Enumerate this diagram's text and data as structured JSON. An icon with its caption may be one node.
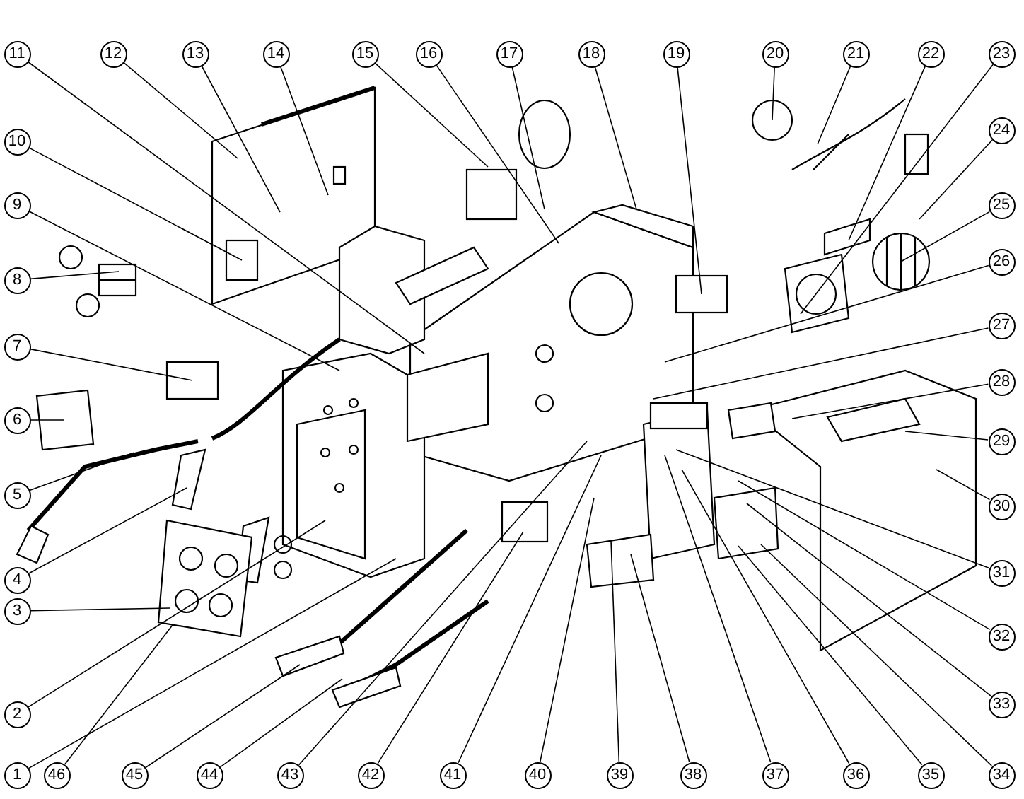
{
  "diagram": {
    "nodes": [
      {
        "text": [
          "1"
        ]
      },
      {
        "text": [
          "2"
        ]
      },
      {
        "text": [
          "3"
        ]
      },
      {
        "text": [
          "4"
        ]
      },
      {
        "text": [
          "5"
        ]
      },
      {
        "text": [
          "6"
        ]
      },
      {
        "text": [
          "7"
        ]
      },
      {
        "text": [
          "8"
        ]
      },
      {
        "text": [
          "9"
        ]
      },
      {
        "text": [
          "10"
        ]
      },
      {
        "text": [
          "11"
        ]
      },
      {
        "text": [
          "12"
        ]
      },
      {
        "text": [
          "13"
        ]
      },
      {
        "text": [
          "14"
        ]
      },
      {
        "text": [
          "15"
        ]
      },
      {
        "text": [
          "16"
        ]
      },
      {
        "text": [
          "17"
        ]
      },
      {
        "text": [
          "18"
        ]
      },
      {
        "text": [
          "19"
        ]
      },
      {
        "text": [
          "20"
        ]
      },
      {
        "text": [
          "21"
        ]
      },
      {
        "text": [
          "22"
        ]
      },
      {
        "text": [
          "23"
        ]
      },
      {
        "text": [
          "24"
        ]
      },
      {
        "text": [
          "25"
        ]
      },
      {
        "text": [
          "26"
        ]
      },
      {
        "text": [
          "27"
        ]
      },
      {
        "text": [
          "28"
        ]
      },
      {
        "text": [
          "29"
        ]
      },
      {
        "text": [
          "30"
        ]
      },
      {
        "text": [
          "31"
        ]
      },
      {
        "text": [
          "32"
        ]
      },
      {
        "text": [
          "33"
        ]
      },
      {
        "text": [
          "34"
        ]
      },
      {
        "text": [
          "35"
        ]
      },
      {
        "text": [
          "36"
        ]
      },
      {
        "text": [
          "37"
        ]
      },
      {
        "text": [
          "38"
        ]
      },
      {
        "text": [
          "39"
        ]
      },
      {
        "text": [
          "40"
        ]
      },
      {
        "text": [
          "41"
        ]
      },
      {
        "text": [
          "42"
        ]
      },
      {
        "text": [
          "43"
        ]
      },
      {
        "text": [
          "44"
        ]
      },
      {
        "text": [
          "45"
        ]
      },
      {
        "text": [
          "46"
        ]
      }
    ],
    "edges": [
      {
        "from": 0,
        "to": null,
        "arrow": "none"
      },
      {
        "from": 1,
        "to": null,
        "arrow": "none"
      },
      {
        "from": 2,
        "to": null,
        "arrow": "none"
      },
      {
        "from": 3,
        "to": null,
        "arrow": "none"
      },
      {
        "from": 4,
        "to": null,
        "arrow": "none"
      },
      {
        "from": 5,
        "to": null,
        "arrow": "none"
      },
      {
        "from": 6,
        "to": null,
        "arrow": "none"
      },
      {
        "from": 7,
        "to": null,
        "arrow": "none"
      },
      {
        "from": 8,
        "to": null,
        "arrow": "none"
      },
      {
        "from": 9,
        "to": null,
        "arrow": "none"
      },
      {
        "from": 10,
        "to": null,
        "arrow": "none"
      },
      {
        "from": 11,
        "to": null,
        "arrow": "none"
      },
      {
        "from": 12,
        "to": null,
        "arrow": "none"
      },
      {
        "from": 13,
        "to": null,
        "arrow": "none"
      },
      {
        "from": 14,
        "to": null,
        "arrow": "none"
      },
      {
        "from": 15,
        "to": null,
        "arrow": "none"
      },
      {
        "from": 16,
        "to": null,
        "arrow": "none"
      },
      {
        "from": 17,
        "to": null,
        "arrow": "none"
      },
      {
        "from": 18,
        "to": null,
        "arrow": "none"
      },
      {
        "from": 19,
        "to": null,
        "arrow": "none"
      },
      {
        "from": 20,
        "to": null,
        "arrow": "none"
      },
      {
        "from": 21,
        "to": null,
        "arrow": "none"
      },
      {
        "from": 22,
        "to": null,
        "arrow": "none"
      },
      {
        "from": 23,
        "to": null,
        "arrow": "none"
      },
      {
        "from": 24,
        "to": null,
        "arrow": "none"
      },
      {
        "from": 25,
        "to": null,
        "arrow": "none"
      },
      {
        "from": 26,
        "to": null,
        "arrow": "none"
      },
      {
        "from": 27,
        "to": null,
        "arrow": "none"
      },
      {
        "from": 28,
        "to": null,
        "arrow": "none"
      },
      {
        "from": 29,
        "to": null,
        "arrow": "none"
      },
      {
        "from": 30,
        "to": null,
        "arrow": "none"
      },
      {
        "from": 31,
        "to": null,
        "arrow": "none"
      },
      {
        "from": 32,
        "to": null,
        "arrow": "none"
      },
      {
        "from": 33,
        "to": null,
        "arrow": "none"
      },
      {
        "from": 34,
        "to": null,
        "arrow": "none"
      },
      {
        "from": 35,
        "to": null,
        "arrow": "none"
      },
      {
        "from": 36,
        "to": null,
        "arrow": "none"
      },
      {
        "from": 37,
        "to": null,
        "arrow": "none"
      },
      {
        "from": 38,
        "to": null,
        "arrow": "none"
      },
      {
        "from": 39,
        "to": null,
        "arrow": "none"
      },
      {
        "from": 40,
        "to": null,
        "arrow": "none"
      },
      {
        "from": 41,
        "to": null,
        "arrow": "none"
      },
      {
        "from": 42,
        "to": null,
        "arrow": "none"
      },
      {
        "from": 43,
        "to": null,
        "arrow": "none"
      },
      {
        "from": 44,
        "to": null,
        "arrow": "none"
      },
      {
        "from": 45,
        "to": null,
        "arrow": "none"
      }
    ]
  }
}
